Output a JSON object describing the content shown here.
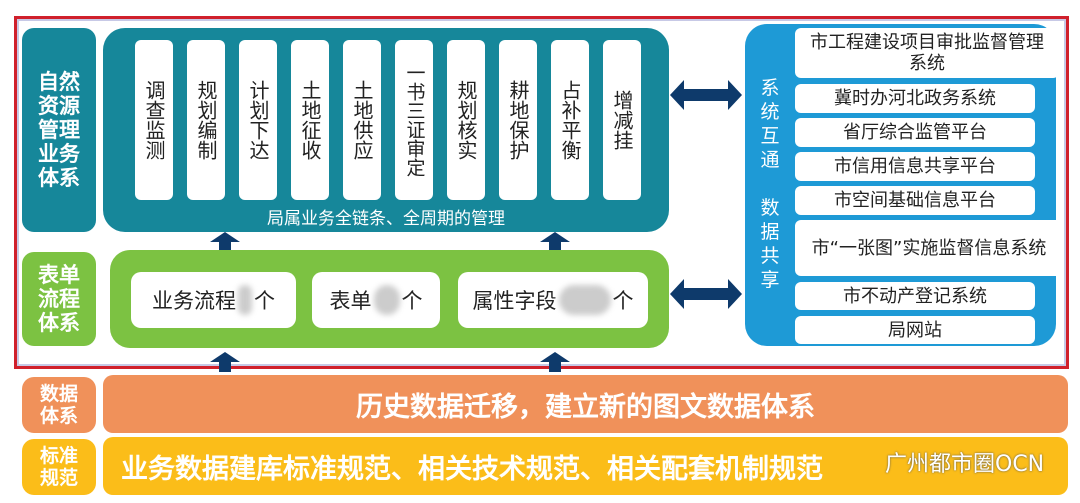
{
  "row1": {
    "label": "自然资源管理业务体系",
    "columns": [
      "调查监测",
      "规划编制",
      "计划下达",
      "土地征收",
      "土地供应",
      "一书三证审定",
      "规划核实",
      "耕地保护",
      "占补平衡",
      "增减挂"
    ],
    "caption": "局属业务全链条、全周期的管理"
  },
  "row2": {
    "label": "表单流程体系",
    "boxes": [
      {
        "prefix": "业务流程",
        "suffix": "个"
      },
      {
        "prefix": "表单",
        "suffix": "个"
      },
      {
        "prefix": "属性字段",
        "suffix": "个"
      }
    ]
  },
  "systems": {
    "label": "系统互通 数据共享",
    "items": [
      "市工程建设项目审批监督管理系统",
      "冀时办河北政务系统",
      "省厅综合监管平台",
      "市信用信息共享平台",
      "市空间基础信息平台",
      "市“一张图”实施监督信息系统",
      "市不动产登记系统",
      "局网站"
    ]
  },
  "row3": {
    "label": "数据体系",
    "text": "历史数据迁移，建立新的图文数据体系"
  },
  "row4": {
    "label": "标准规范",
    "text": "业务数据建库标准规范、相关技术规范、相关配套机制规范"
  },
  "watermark": "广州都市圈OCN",
  "colors": {
    "teal": "#16879a",
    "green": "#7cc242",
    "blue": "#1e9ad6",
    "orange": "#f0915a",
    "yellow": "#fbbd19",
    "frame": "#d0202c"
  }
}
